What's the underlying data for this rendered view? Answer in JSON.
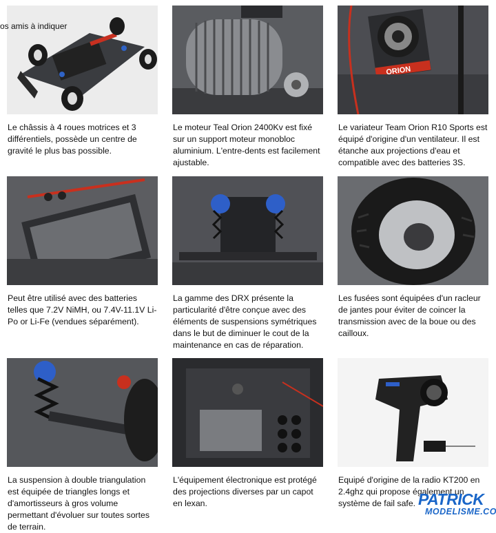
{
  "overlay": {
    "text": "os amis à indiquer"
  },
  "cells": [
    {
      "caption": "Le châssis à 4 roues motrices et 3 différentiels, possède un centre de gravité le plus bas possible."
    },
    {
      "caption": "Le moteur Teal Orion 2400Kv est fixé sur un support moteur monobloc aluminium. L'entre-dents est facilement ajustable."
    },
    {
      "caption": "Le variateur Team Orion R10 Sports est équipé d'origine d'un ventilateur. Il est étanche aux projections d'eau et compatible avec des batteries 3S."
    },
    {
      "caption": "Peut être utilisé avec des batteries telles que 7.2V NiMH, ou 7.4V-11.1V Li-Po or Li-Fe (vendues séparément)."
    },
    {
      "caption": "La gamme des DRX présente la particularité d'être conçue avec des éléments de suspensions symétriques dans le but de diminuer le cout de la maintenance en cas de réparation."
    },
    {
      "caption": "Les fusées sont équipées d'un racleur de jantes pour éviter de coincer la transmission avec de la boue ou des cailloux."
    },
    {
      "caption": "La suspension à double triangulation est équipée de triangles longs et d'amortisseurs à gros volume permettant d'évoluer sur toutes sortes de terrain."
    },
    {
      "caption": "L'équipement électronique est protégé des projections diverses par un capot en lexan."
    },
    {
      "caption": "Equipé d'origine de la radio KT200 en 2.4ghz qui propose également un système de fail safe."
    }
  ],
  "photo_labels": {
    "esc_brand": "ORION"
  },
  "watermark": {
    "line1": "PATRICK",
    "line2": "MODELISME.COM"
  },
  "colors": {
    "logo_blue": "#1a66c8"
  }
}
